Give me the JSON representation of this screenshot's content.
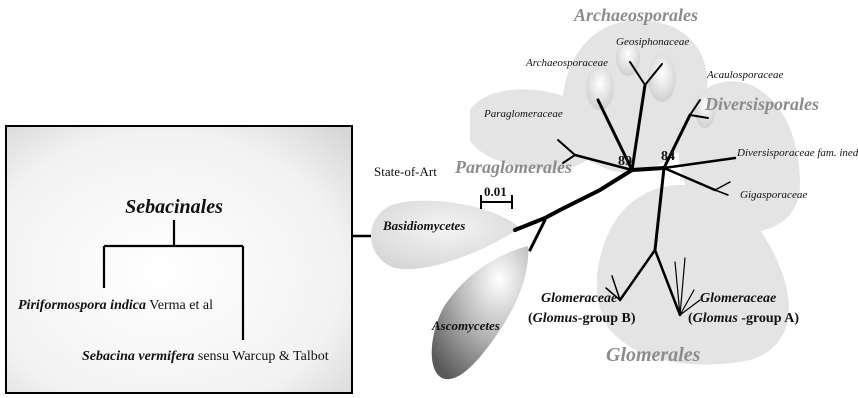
{
  "inset": {
    "title": "Sebacinales",
    "taxon1": {
      "name": "Piriformospora indica",
      "author": " Verma et al"
    },
    "taxon2": {
      "name": "Sebacina vermifera",
      "author": " sensu Warcup & Talbot"
    }
  },
  "scale": {
    "label": "State-of-Art",
    "value": "0.01"
  },
  "orders": {
    "archaeosporales": "Archaeosporales",
    "diversisporales": "Diversisporales",
    "paraglomerales": "Paraglomerales",
    "glomerales": "Glomerales"
  },
  "families": {
    "archaeosporaceae": "Archaeosporaceae",
    "geosiphonaceae": "Geosiphonaceae",
    "acaulosporaceae": "Acaulosporaceae",
    "paraglomeraceae": "Paraglomeraceae",
    "diversisporaceae": "Diversisporaceae fam. ined.",
    "gigasporaceae": "Gigasporaceae"
  },
  "outgroups": {
    "basidiomycetes": "Basidiomycetes",
    "ascomycetes": "Ascomycetes"
  },
  "glomeraceae_b": {
    "line1": "Glomeraceae",
    "paren_open": "(",
    "genus": "Glomus",
    "group": "-group B)"
  },
  "glomeraceae_a": {
    "line1": "Glomeraceae",
    "paren_open": "(",
    "genus": "Glomus",
    "group": " -group A)"
  },
  "bootstrap": {
    "node_left": "89",
    "node_right": "84"
  }
}
